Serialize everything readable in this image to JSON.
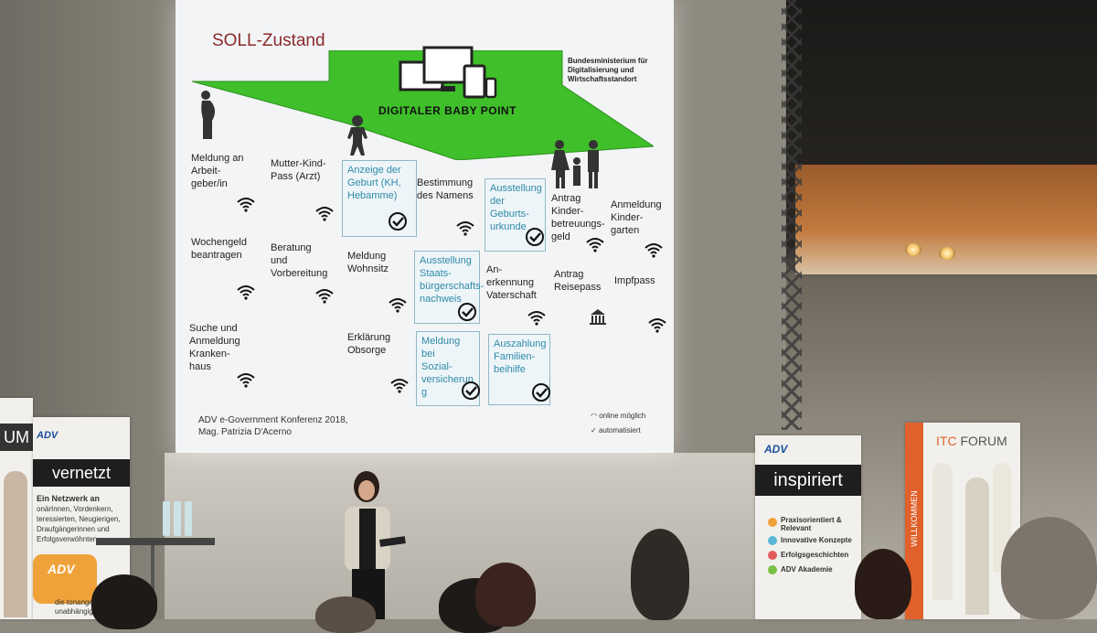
{
  "slide": {
    "title": "SOLL-Zustand",
    "ministry_line1": "Bundesministerium für",
    "ministry_line2": "Digitalisierung und",
    "ministry_line3": "Wirtschaftsstandort",
    "funnel_label": "DIGITALER BABY POINT",
    "tiles": [
      {
        "line1": "Meldung an",
        "line2": "Arbeit-",
        "line3": "geber/in",
        "line4": ""
      },
      {
        "line1": "Mutter-Kind-",
        "line2": "Pass (Arzt)",
        "line3": "",
        "line4": ""
      },
      {
        "line1": "Anzeige der",
        "line2": "Geburt (KH,",
        "line3": "Hebamme)",
        "line4": ""
      },
      {
        "line1": "Bestimmung",
        "line2": "des Namens",
        "line3": "",
        "line4": ""
      },
      {
        "line1": "Ausstellung",
        "line2": "der Geburts-",
        "line3": "urkunde",
        "line4": ""
      },
      {
        "line1": "Antrag",
        "line2": "Kinder-",
        "line3": "betreuungs-",
        "line4": "geld"
      },
      {
        "line1": "Anmeldung",
        "line2": "Kinder-",
        "line3": "garten",
        "line4": ""
      },
      {
        "line1": "Wochengeld",
        "line2": "beantragen",
        "line3": "",
        "line4": ""
      },
      {
        "line1": "Beratung",
        "line2": "und",
        "line3": "Vorbereitung",
        "line4": ""
      },
      {
        "line1": "Meldung",
        "line2": "Wohnsitz",
        "line3": "",
        "line4": ""
      },
      {
        "line1": "Ausstellung",
        "line2": "Staats-",
        "line3": "bürgerschafts-",
        "line4": "nachweis"
      },
      {
        "line1": "An-",
        "line2": "erkennung",
        "line3": "Vaterschaft",
        "line4": ""
      },
      {
        "line1": "Antrag",
        "line2": "Reisepass",
        "line3": "",
        "line4": ""
      },
      {
        "line1": "Impfpass",
        "line2": "",
        "line3": "",
        "line4": ""
      },
      {
        "line1": "Suche und",
        "line2": "Anmeldung",
        "line3": "Kranken-",
        "line4": "haus"
      },
      {
        "line1": "Erklärung",
        "line2": "Obsorge",
        "line3": "",
        "line4": ""
      },
      {
        "line1": "Meldung bei",
        "line2": "Sozial-",
        "line3": "versicherun",
        "line4": "g"
      },
      {
        "line1": "Auszahlung",
        "line2": "Familien-",
        "line3": "beihilfe",
        "line4": ""
      }
    ],
    "footer_line1": "ADV e-Government Konferenz 2018,",
    "footer_line2": "Mag. Patrizia D'Acerno",
    "legend_online": "online möglich",
    "legend_auto": "automatisiert"
  },
  "banners": {
    "left_title": "vernetzt",
    "left_logo": "ADV",
    "left_text1": "Ein Netzwerk an",
    "left_text2": "onärInnen, Vordenkern,",
    "left_text3": "teressierten, Neugierigen,",
    "left_text4": "Draufgängerinnen und",
    "left_text5": "Erfolgsverwöhnten",
    "left_bottom1": "die tonangebende",
    "left_bottom2": "unabhängige",
    "far_left_title": "UM",
    "center_logo": "ADV",
    "center_title": "inspiriert",
    "center_item1": "Praxisorientiert &",
    "center_item1b": "Relevant",
    "center_item2": "Innovative Konzepte",
    "center_item3": "Erfolgsgeschichten",
    "center_item4": "ADV Akademie",
    "right_title_a": "ITC",
    "right_title_b": "FORUM",
    "right_side": "WILLKOMMEN"
  },
  "colors": {
    "funnel_green": "#3fbf2a",
    "accent_red": "#8b2a2a",
    "boxed_text": "#2e8aa8"
  }
}
